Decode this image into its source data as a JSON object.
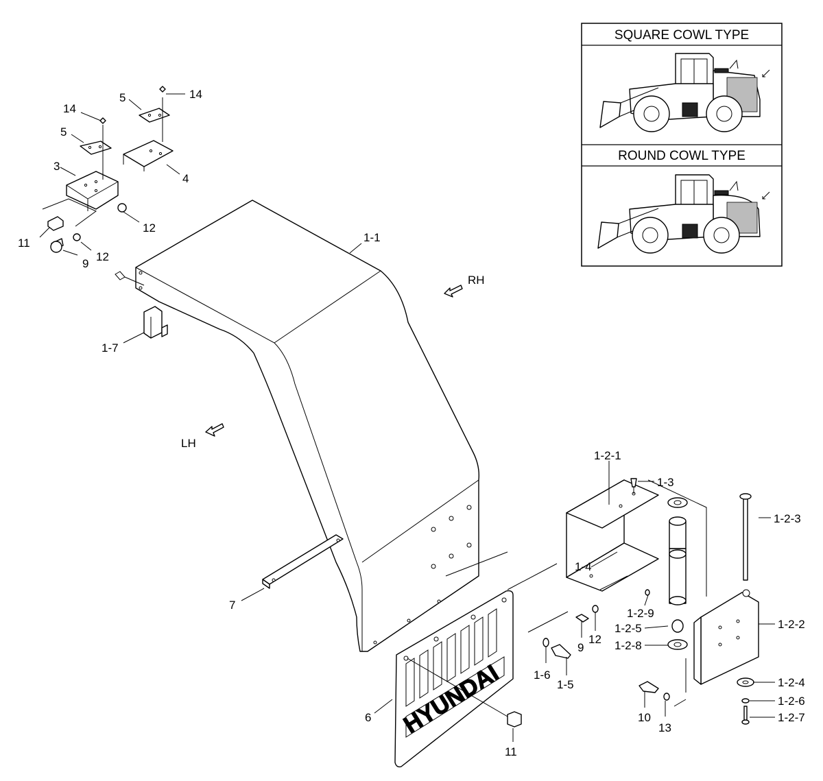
{
  "insets": [
    {
      "title": "SQUARE COWL TYPE"
    },
    {
      "title": "ROUND COWL TYPE"
    }
  ],
  "brand": {
    "mudflap_text": "HYUNDAI"
  },
  "directions": {
    "rh": "RH",
    "lh": "LH"
  },
  "labels": {
    "p14a": "14",
    "p5a": "5",
    "p14b": "14",
    "p5b": "5",
    "p3": "3",
    "p4": "4",
    "p11a": "11",
    "p12a": "12",
    "p12b": "12",
    "p9a": "9",
    "p1_1": "1-1",
    "p1_7": "1-7",
    "p7": "7",
    "p6": "6",
    "p11b": "11",
    "p1_2_1": "1-2-1",
    "p1_3": "1-3",
    "p1_4": "1-4",
    "p1_2_3": "1-2-3",
    "p1_2_9": "1-2-9",
    "p1_2_5": "1-2-5",
    "p1_2_8": "1-2-8",
    "p1_2_2": "1-2-2",
    "p9b": "9",
    "p12c": "12",
    "p1_6": "1-6",
    "p1_5": "1-5",
    "p10": "10",
    "p13": "13",
    "p1_2_4": "1-2-4",
    "p1_2_6": "1-2-6",
    "p1_2_7": "1-2-7"
  }
}
